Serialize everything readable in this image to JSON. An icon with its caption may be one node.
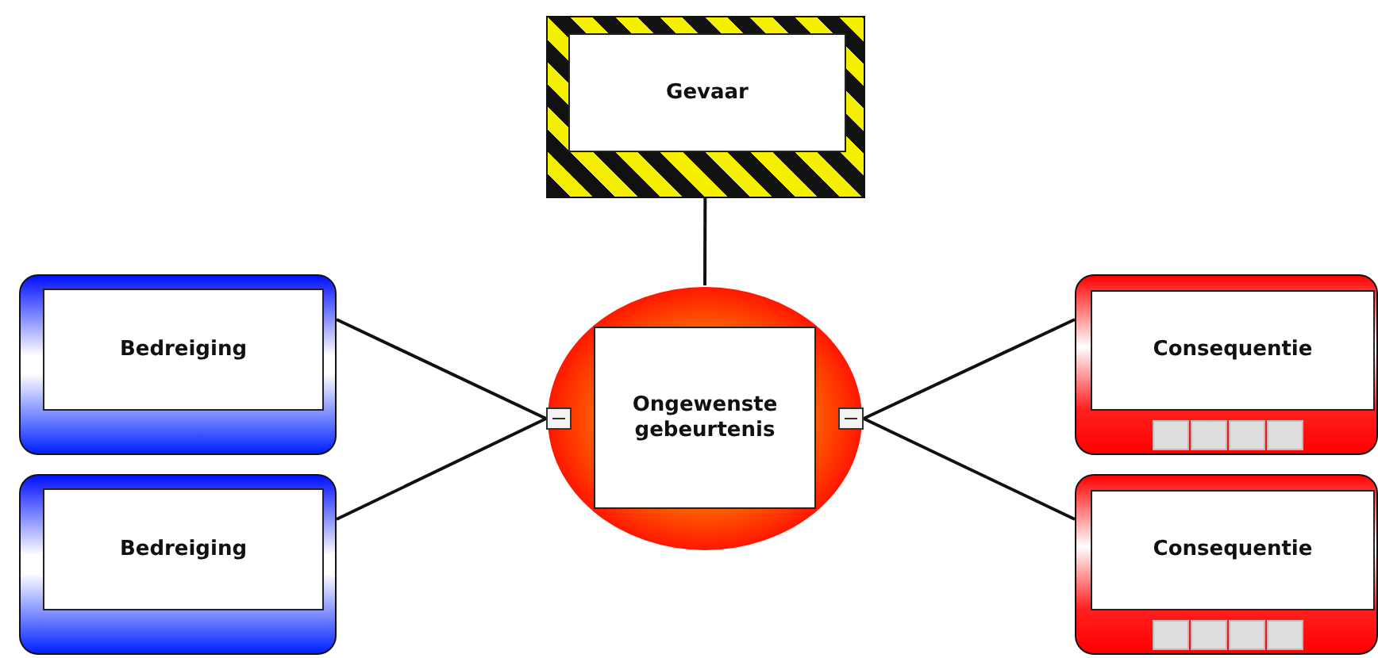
{
  "diagram": {
    "nodes": [
      {
        "text": [
          "Gevaar"
        ]
      },
      {
        "text": [
          "Bedreiging"
        ]
      },
      {
        "text": [
          "Bedreiging"
        ]
      },
      {
        "text": [
          "Ongewenste gebeurtenis"
        ]
      },
      {
        "text": [
          "Consequentie"
        ]
      },
      {
        "text": [
          "Consequentie"
        ]
      }
    ],
    "edges": [
      {
        "from": 0,
        "to": 3,
        "arrow": "none"
      },
      {
        "from": 1,
        "to": 3,
        "arrow": "none"
      },
      {
        "from": 2,
        "to": 3,
        "arrow": "none"
      },
      {
        "from": 3,
        "to": 4,
        "arrow": "none"
      },
      {
        "from": 3,
        "to": 5,
        "arrow": "none"
      }
    ]
  }
}
